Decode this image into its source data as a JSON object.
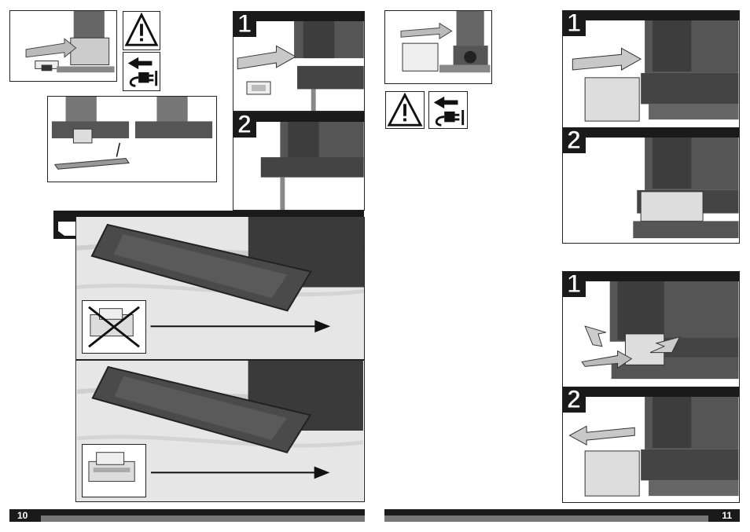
{
  "pages": {
    "left": {
      "number": "10"
    },
    "right": {
      "number": "11"
    }
  },
  "steps": {
    "left_1": "1",
    "left_2": "2",
    "right_top_1": "1",
    "right_top_2": "2",
    "right_bottom_1": "1",
    "right_bottom_2": "2"
  },
  "icons": {
    "warning": "warning-triangle-icon",
    "unplug": "unplug-power-icon",
    "hint": "pointing-hand-icon",
    "not_allowed": "cross-out-icon"
  },
  "colors": {
    "bar": "#1a1a1a",
    "bar_inner": "#777777",
    "tool_body": "#555555",
    "part_light": "#dddddd"
  }
}
